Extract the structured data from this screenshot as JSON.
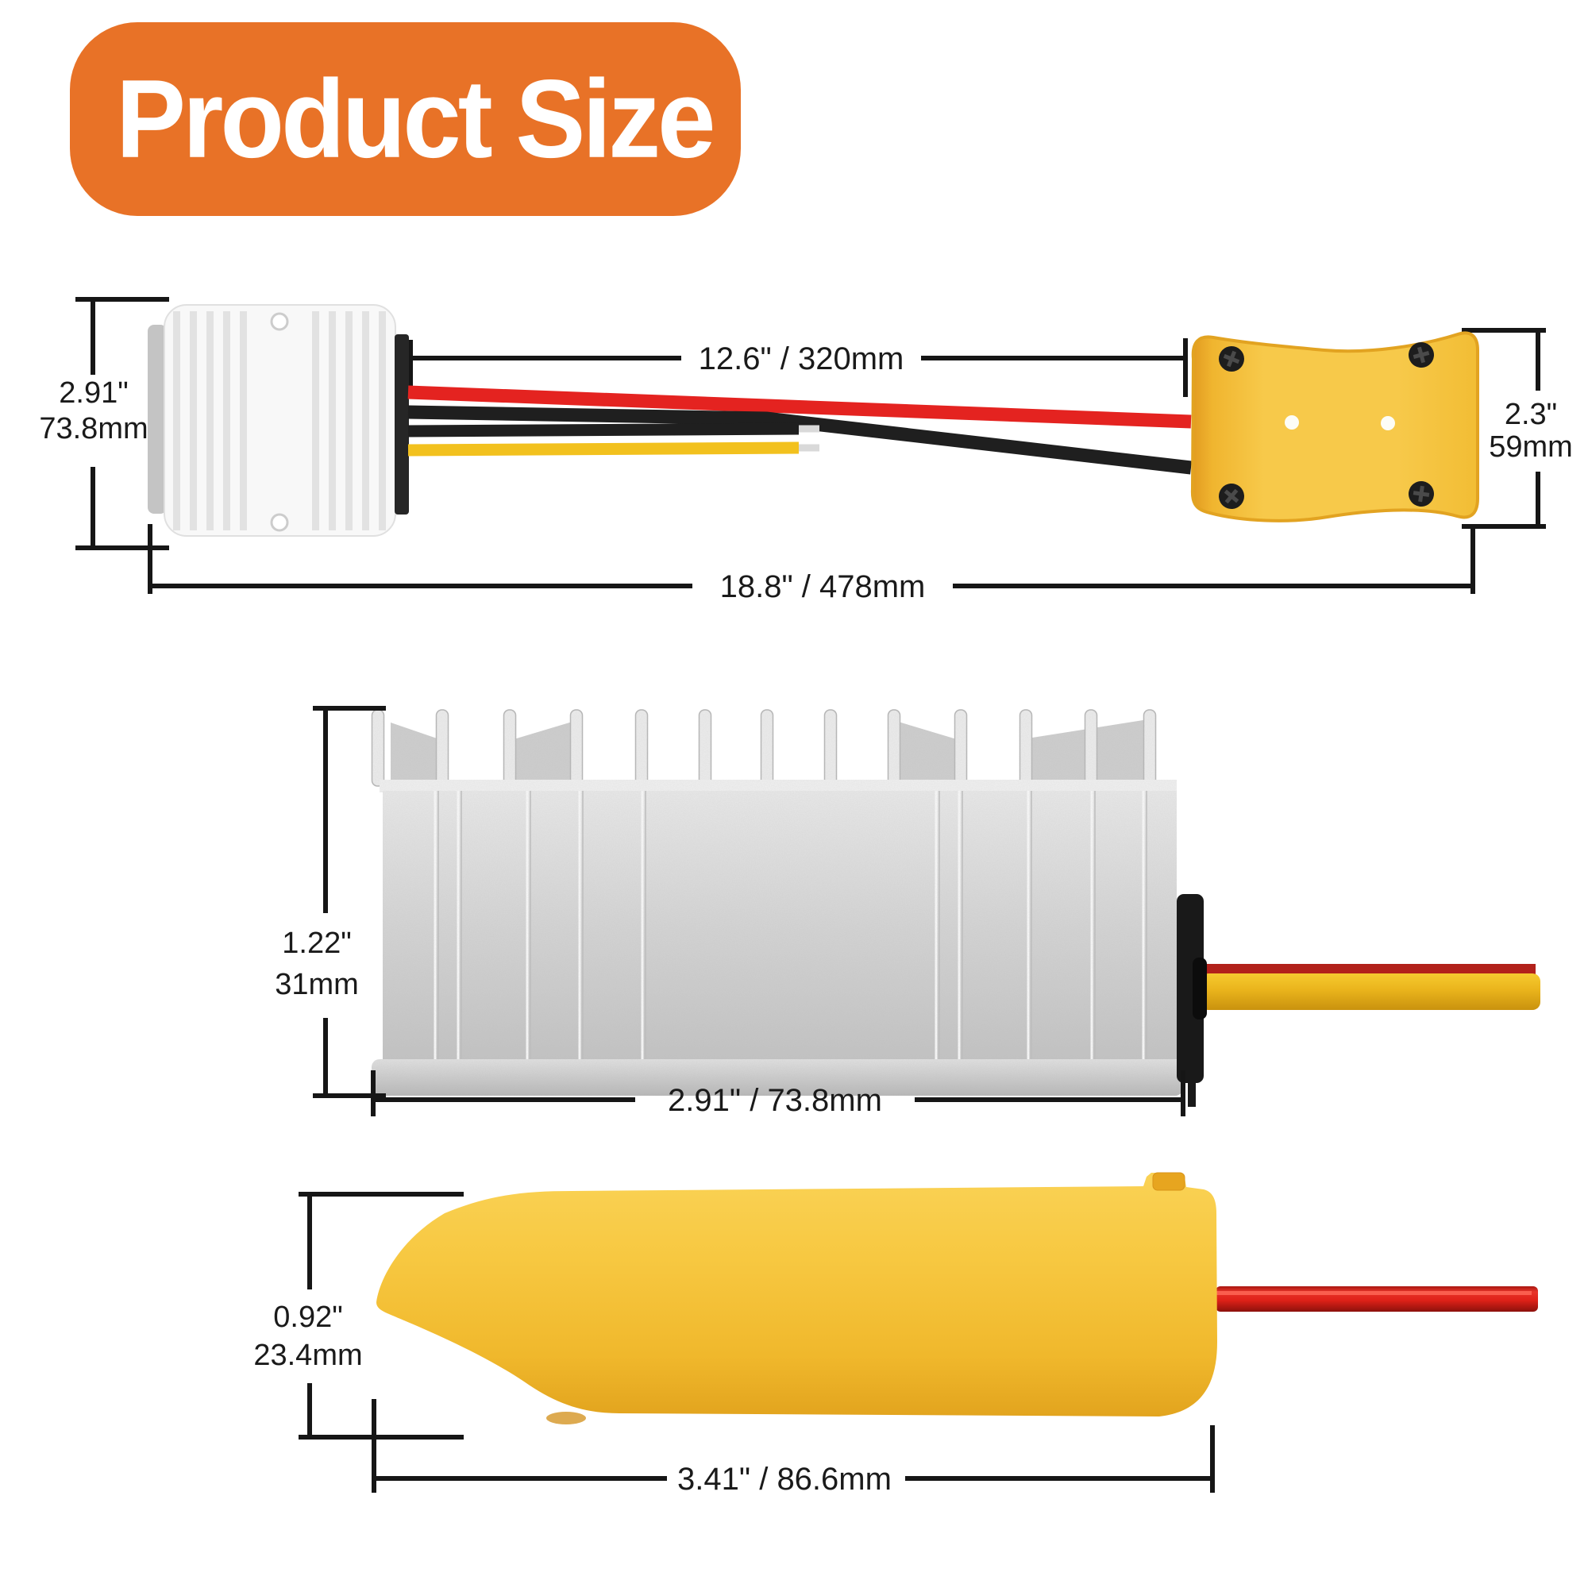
{
  "title": "Product Size",
  "colors": {
    "banner_bg": "#E87227",
    "banner_text": "#FFFFFF",
    "dimension_lines": "#161616",
    "wire_red": "#E42320",
    "wire_black": "#1F1F1F",
    "wire_yellow": "#F2C11E",
    "adapter_yellow": "#F7C841",
    "metal_silver": "#D2D2D2"
  },
  "top_view": {
    "converter_height_in": "2.91\"",
    "converter_height_mm": "73.8mm",
    "cable_length": "12.6\" / 320mm",
    "adapter_height_in": "2.3\"",
    "adapter_height_mm": "59mm",
    "total_length": "18.8\" / 478mm"
  },
  "converter_side_view": {
    "height_in": "1.22\"",
    "height_mm": "31mm",
    "width": "2.91\" / 73.8mm"
  },
  "adapter_side_view": {
    "height_in": "0.92\"",
    "height_mm": "23.4mm",
    "width": "3.41\" / 86.6mm"
  }
}
